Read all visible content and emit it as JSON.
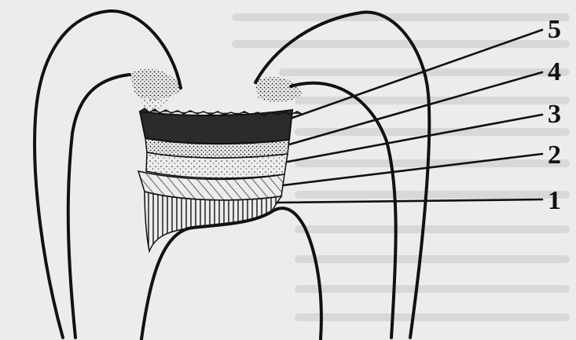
{
  "callouts": [
    {
      "id": "1",
      "label": "1"
    },
    {
      "id": "2",
      "label": "2"
    },
    {
      "id": "3",
      "label": "3"
    },
    {
      "id": "4",
      "label": "4"
    },
    {
      "id": "5",
      "label": "5"
    }
  ],
  "colors": {
    "ink": "#111111",
    "paper": "#ececec",
    "dark_layer": "#2b2b2b"
  }
}
